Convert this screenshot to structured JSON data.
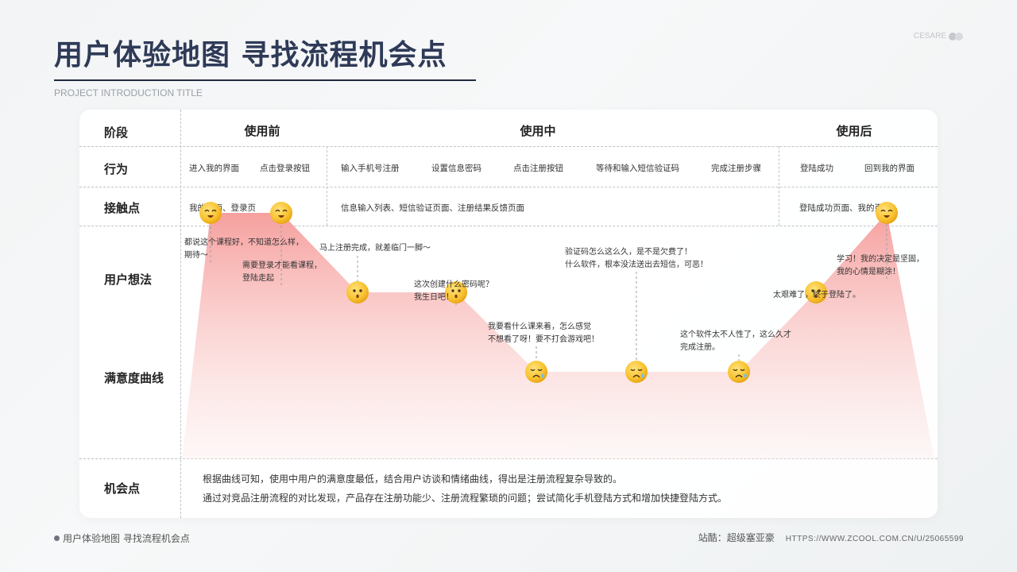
{
  "header": {
    "title": "用户体验地图 寻找流程机会点",
    "subtitle": "PROJECT INTRODUCTION TITLE",
    "brand": "CESARE"
  },
  "rows": {
    "stage": "阶段",
    "action": "行为",
    "touchpoint": "接触点",
    "thoughts": "用户想法",
    "satisfaction": "满意度曲线",
    "opportunity": "机会点"
  },
  "stages": [
    "使用前",
    "使用中",
    "使用后"
  ],
  "actions": [
    "进入我的界面",
    "点击登录按钮",
    "输入手机号注册",
    "设置信息密码",
    "点击注册按钮",
    "等待和输入短信验证码",
    "完成注册步骤",
    "登陆成功",
    "回到我的界面"
  ],
  "touchpoints": [
    "我的页面、登录页",
    "信息输入列表、短信验证页面、注册结果反馈页面",
    "登陆成功页面、我的页面"
  ],
  "thoughts": [
    {
      "line1": "都说这个课程好，不知道怎么样，",
      "line2": "期待～"
    },
    {
      "line1": "需要登录才能看课程，",
      "line2": "登陆走起"
    },
    {
      "line1": "马上注册完成，就差临门一脚～",
      "line2": ""
    },
    {
      "line1": "这次创建什么密码呢？",
      "line2": "我生日吧！"
    },
    {
      "line1": "我要看什么课来着，怎么感觉",
      "line2": "不想看了呀！要不打会游戏吧！"
    },
    {
      "line1": "验证码怎么这么久，是不是欠费了！",
      "line2": "什么软件，根本没法送出去短信，可恶！"
    },
    {
      "line1": "这个软件太不人性了，这么久才",
      "line2": "完成注册。"
    },
    {
      "line1": "太艰难了，终于登陆了。",
      "line2": ""
    },
    {
      "line1": "学习！我的决定是坚固，",
      "line2": "我的心情是糊涂！"
    }
  ],
  "chart_data": {
    "type": "area",
    "series": [
      {
        "values": [
          5,
          5,
          3,
          3,
          1,
          1,
          1,
          3,
          5
        ],
        "moods": [
          "happy",
          "happy",
          "neutral",
          "neutral",
          "sad",
          "sad",
          "sad",
          "neutral",
          "happy"
        ]
      }
    ],
    "ylim": [
      0,
      6
    ]
  },
  "opportunities": [
    "根据曲线可知，使用中用户的满意度最低，结合用户访谈和情绪曲线，得出是注册流程复杂导致的。",
    "通过对竞品注册流程的对比发现，产品存在注册功能少、注册流程繁琐的问题；尝试简化手机登陆方式和增加快捷登陆方式。"
  ],
  "colors": {
    "accent": "#f49a98",
    "title": "#2e3a57",
    "emoji": "#f8c230"
  },
  "footer": {
    "left": "用户体验地图 寻找流程机会点",
    "site": "站酷：超级塞亚豪",
    "url": "HTTPS://WWW.ZCOOL.COM.CN/U/25065599"
  }
}
